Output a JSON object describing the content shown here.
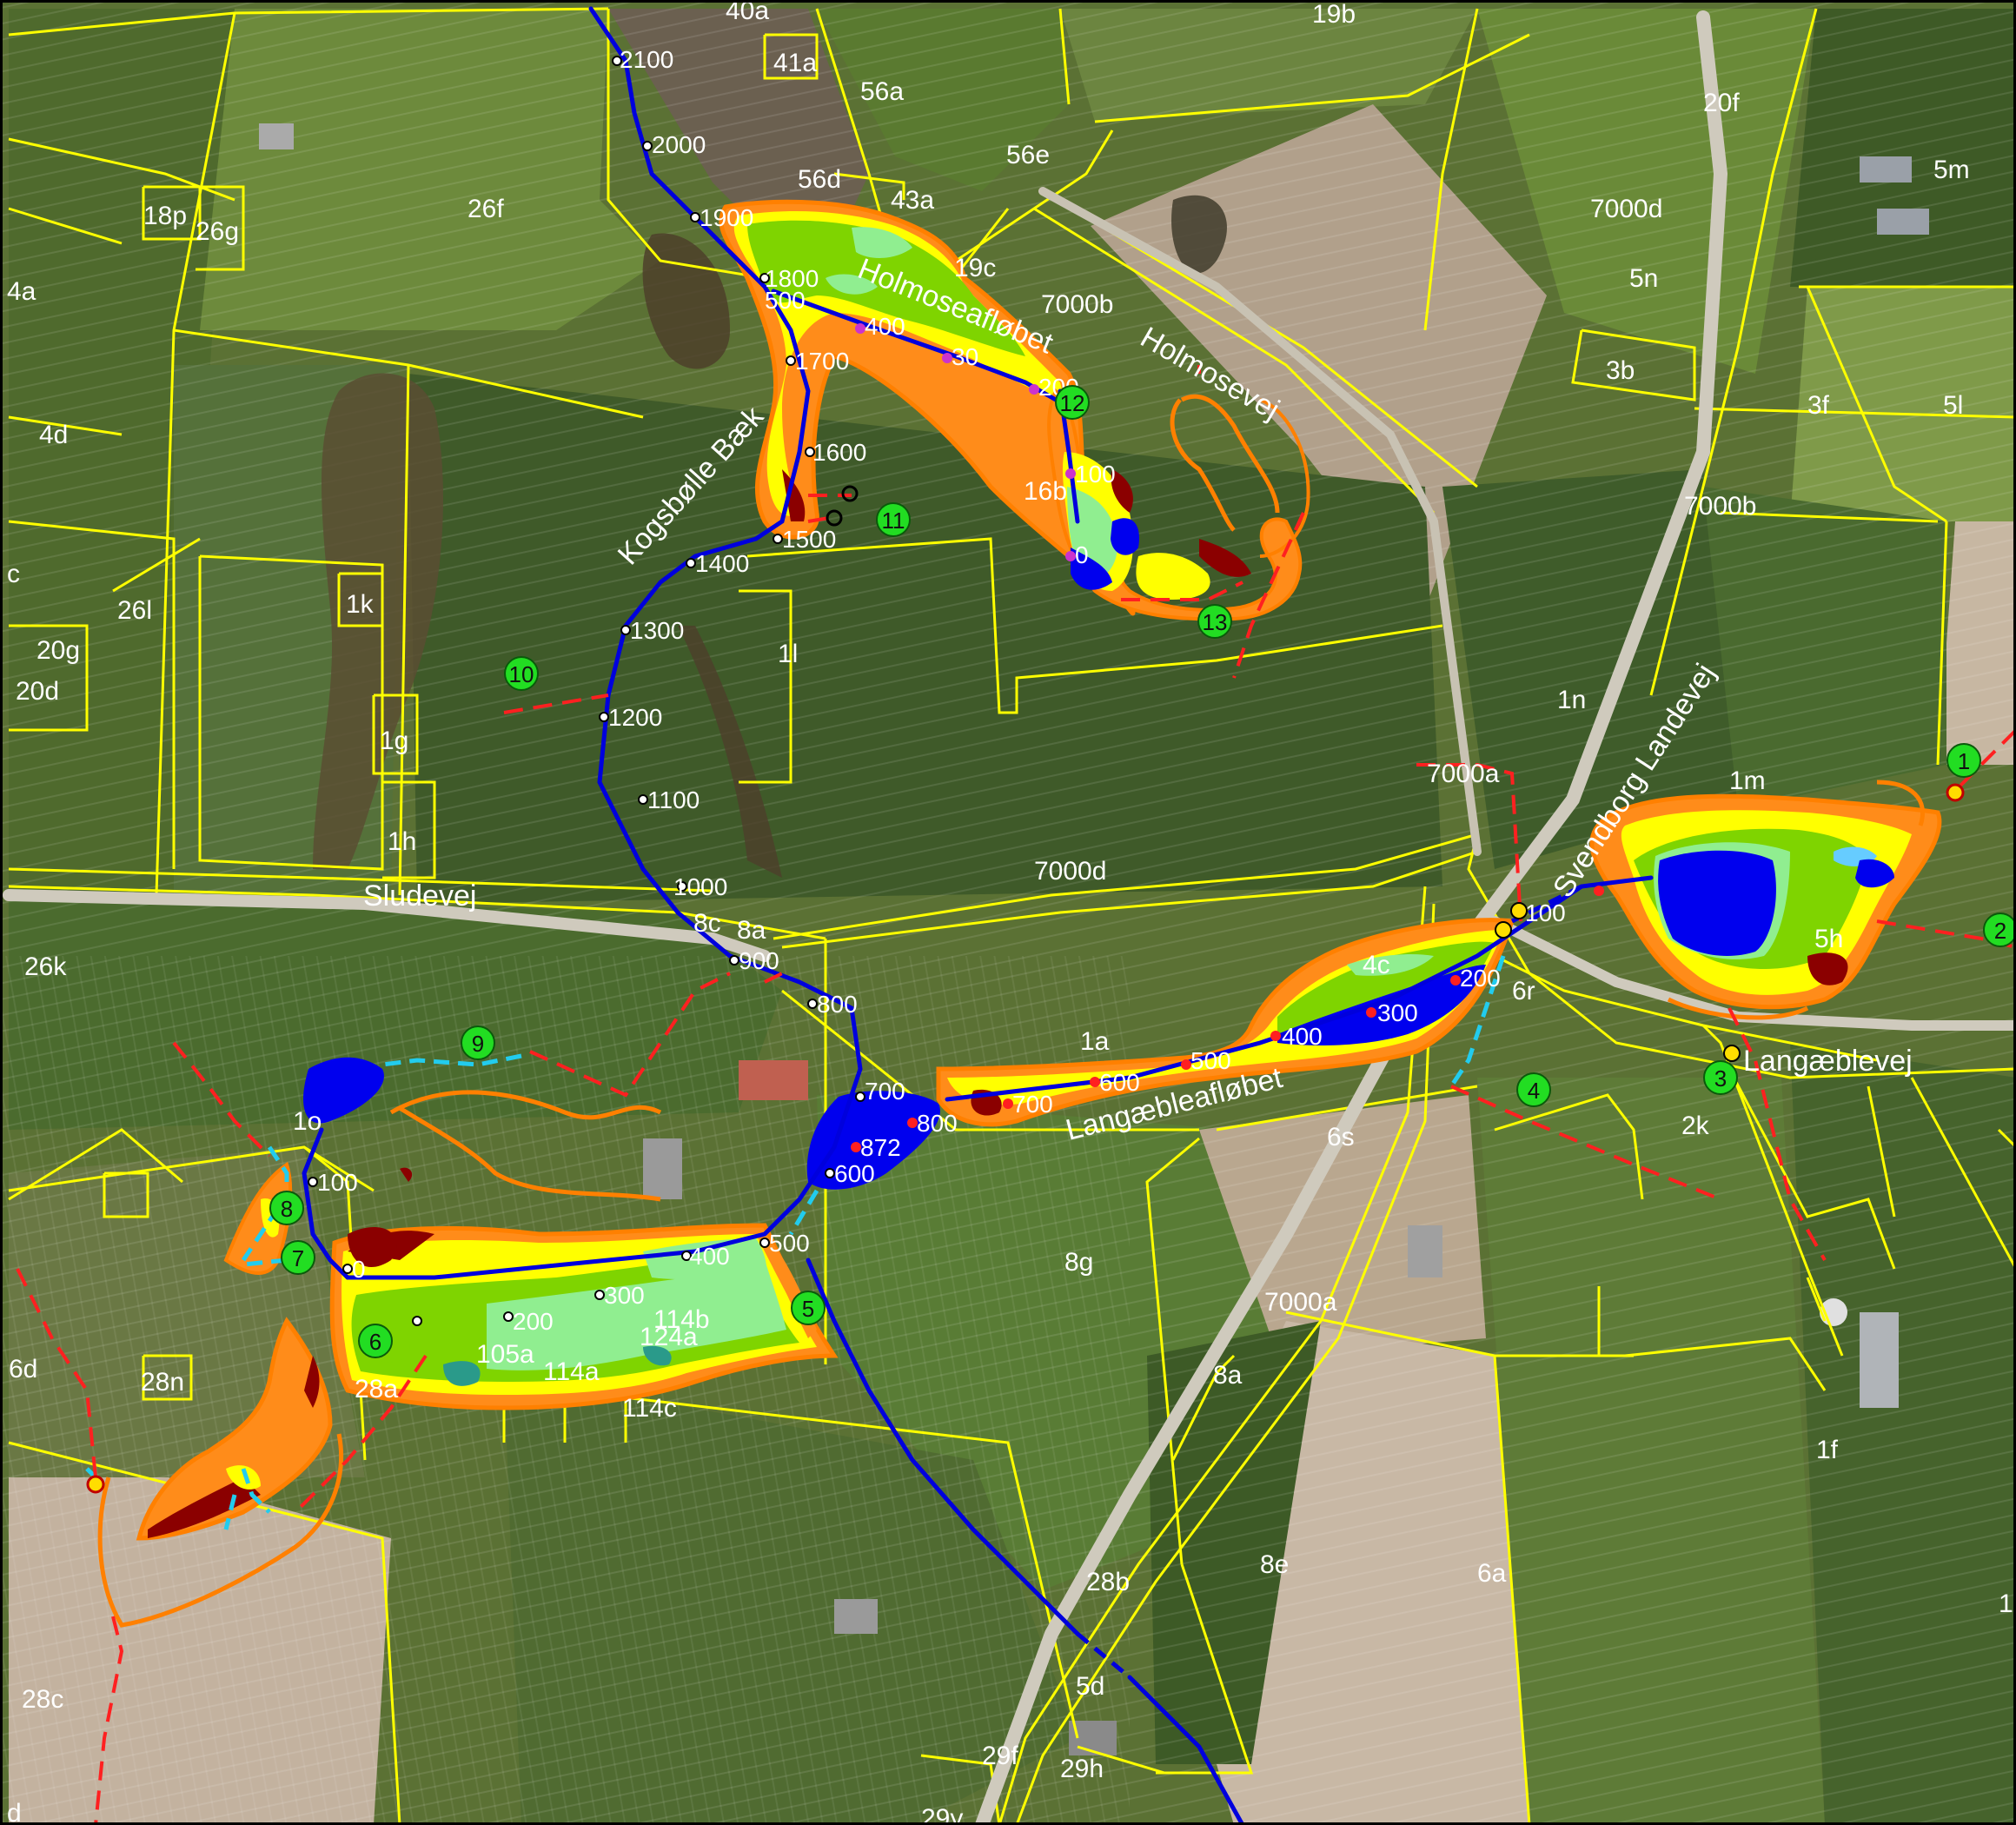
{
  "colors": {
    "parcel_line": "#ffff00",
    "stream": "#0000dd",
    "profile_line": "#ff2020",
    "pipe_dashed": "#22ccee",
    "flood_outline": "#ff8000",
    "water_deep": "#0000ee",
    "water_shallow": "#66ccff",
    "flood_light": "#90ee90",
    "flood_mid": "#7fd400",
    "flood_yellow": "#ffff00",
    "flood_orange": "#ffa040",
    "flood_darkred": "#8b0000",
    "marker_green": "#22dd22"
  },
  "parcels": [
    {
      "id": "p-40a",
      "label": "40a"
    },
    {
      "id": "p-19b",
      "label": "19b"
    },
    {
      "id": "p-41a",
      "label": "41a"
    },
    {
      "id": "p-56a",
      "label": "56a"
    },
    {
      "id": "p-20f",
      "label": "20f"
    },
    {
      "id": "p-56e",
      "label": "56e"
    },
    {
      "id": "p-5m",
      "label": "5m"
    },
    {
      "id": "p-56d",
      "label": "56d"
    },
    {
      "id": "p-43a",
      "label": "43a"
    },
    {
      "id": "p-18p",
      "label": "18p"
    },
    {
      "id": "p-26g",
      "label": "26g"
    },
    {
      "id": "p-26f",
      "label": "26f"
    },
    {
      "id": "p-7000d-top",
      "label": "7000d"
    },
    {
      "id": "p-4a",
      "label": "4a"
    },
    {
      "id": "p-19c",
      "label": "19c"
    },
    {
      "id": "p-5n",
      "label": "5n"
    },
    {
      "id": "p-7000b-top",
      "label": "7000b"
    },
    {
      "id": "p-3b",
      "label": "3b"
    },
    {
      "id": "p-3f",
      "label": "3f"
    },
    {
      "id": "p-5l",
      "label": "5l"
    },
    {
      "id": "p-4d",
      "label": "4d"
    },
    {
      "id": "p-16b",
      "label": "16b"
    },
    {
      "id": "p-7000b-right",
      "label": "7000b"
    },
    {
      "id": "p-c",
      "label": "c"
    },
    {
      "id": "p-26l",
      "label": "26l"
    },
    {
      "id": "p-1k",
      "label": "1k"
    },
    {
      "id": "p-20g",
      "label": "20g"
    },
    {
      "id": "p-20d",
      "label": "20d"
    },
    {
      "id": "p-1l",
      "label": "1l"
    },
    {
      "id": "p-1n",
      "label": "1n"
    },
    {
      "id": "p-1g",
      "label": "1g"
    },
    {
      "id": "p-7000a-top",
      "label": "7000a"
    },
    {
      "id": "p-1m",
      "label": "1m"
    },
    {
      "id": "p-1h",
      "label": "1h"
    },
    {
      "id": "p-7000d-mid",
      "label": "7000d"
    },
    {
      "id": "p-8c",
      "label": "8c"
    },
    {
      "id": "p-8a-top",
      "label": "8a"
    },
    {
      "id": "p-26k",
      "label": "26k"
    },
    {
      "id": "p-5h",
      "label": "5h"
    },
    {
      "id": "p-4c",
      "label": "4c"
    },
    {
      "id": "p-6r",
      "label": "6r"
    },
    {
      "id": "p-1a",
      "label": "1a"
    },
    {
      "id": "p-2k",
      "label": "2k"
    },
    {
      "id": "p-1o",
      "label": "1o"
    },
    {
      "id": "p-6s",
      "label": "6s"
    },
    {
      "id": "p-8g",
      "label": "8g"
    },
    {
      "id": "p-7000a-mid",
      "label": "7000a"
    },
    {
      "id": "p-114b",
      "label": "114b"
    },
    {
      "id": "p-124a",
      "label": "124a"
    },
    {
      "id": "p-105a",
      "label": "105a"
    },
    {
      "id": "p-114a",
      "label": "114a"
    },
    {
      "id": "p-6d",
      "label": "6d"
    },
    {
      "id": "p-28n",
      "label": "28n"
    },
    {
      "id": "p-28a",
      "label": "28a"
    },
    {
      "id": "p-8a-low",
      "label": "8a"
    },
    {
      "id": "p-114c",
      "label": "114c"
    },
    {
      "id": "p-1f",
      "label": "1f"
    },
    {
      "id": "p-8e",
      "label": "8e"
    },
    {
      "id": "p-6a",
      "label": "6a"
    },
    {
      "id": "p-28b",
      "label": "28b"
    },
    {
      "id": "p-1-edge",
      "label": "1"
    },
    {
      "id": "p-28c",
      "label": "28c"
    },
    {
      "id": "p-5d",
      "label": "5d"
    },
    {
      "id": "p-29f",
      "label": "29f"
    },
    {
      "id": "p-29h",
      "label": "29h"
    },
    {
      "id": "p-d",
      "label": "d"
    },
    {
      "id": "p-29y",
      "label": "29y"
    }
  ],
  "roads": [
    {
      "id": "holmosevej",
      "label": "Holmosevej"
    },
    {
      "id": "sludevej",
      "label": "Sludevej"
    },
    {
      "id": "svendborg",
      "label": "Svendborg Landevej"
    },
    {
      "id": "langaeblevej",
      "label": "Langæblevej"
    }
  ],
  "streams": [
    {
      "id": "kogsbolle",
      "label": "Kogsbølle Bæk"
    },
    {
      "id": "holmose",
      "label": "Holmoseafløbet"
    },
    {
      "id": "langaeble",
      "label": "Langæbleafløbet"
    }
  ],
  "stations": [
    {
      "id": "s2100",
      "label": "2100"
    },
    {
      "id": "s2000",
      "label": "2000"
    },
    {
      "id": "s1900",
      "label": "1900"
    },
    {
      "id": "s1800",
      "label": "1800"
    },
    {
      "id": "s1700",
      "label": "1700"
    },
    {
      "id": "s1600",
      "label": "1600"
    },
    {
      "id": "s1500",
      "label": "1500"
    },
    {
      "id": "s1400",
      "label": "1400"
    },
    {
      "id": "s1300",
      "label": "1300"
    },
    {
      "id": "s1200",
      "label": "1200"
    },
    {
      "id": "s1100",
      "label": "1100"
    },
    {
      "id": "s1000",
      "label": "1000"
    },
    {
      "id": "s900",
      "label": "900"
    },
    {
      "id": "s800k",
      "label": "800"
    },
    {
      "id": "s700k",
      "label": "700"
    },
    {
      "id": "s600k",
      "label": "600"
    },
    {
      "id": "s500k",
      "label": "500"
    },
    {
      "id": "s400k",
      "label": "400"
    },
    {
      "id": "s300k",
      "label": "300"
    },
    {
      "id": "s200k",
      "label": "200"
    },
    {
      "id": "s0k",
      "label": "0"
    },
    {
      "id": "s100k",
      "label": "100"
    },
    {
      "id": "s872",
      "label": "872"
    },
    {
      "id": "s800l",
      "label": "800"
    },
    {
      "id": "s700l",
      "label": "700"
    },
    {
      "id": "s600l",
      "label": "600"
    },
    {
      "id": "s500l",
      "label": "500"
    },
    {
      "id": "s400l",
      "label": "400"
    },
    {
      "id": "s300l",
      "label": "300"
    },
    {
      "id": "s200l",
      "label": "200"
    },
    {
      "id": "s100l",
      "label": "100"
    },
    {
      "id": "s400h",
      "label": "400"
    },
    {
      "id": "s300h",
      "label": "30"
    },
    {
      "id": "s200h",
      "label": "200"
    },
    {
      "id": "s100h",
      "label": "100"
    },
    {
      "id": "s0h",
      "label": "0"
    },
    {
      "id": "s500h",
      "label": "500"
    }
  ],
  "markers": [
    {
      "id": "m1",
      "label": "1"
    },
    {
      "id": "m2",
      "label": "2"
    },
    {
      "id": "m3",
      "label": "3"
    },
    {
      "id": "m4",
      "label": "4"
    },
    {
      "id": "m5",
      "label": "5"
    },
    {
      "id": "m6",
      "label": "6"
    },
    {
      "id": "m7",
      "label": "7"
    },
    {
      "id": "m8",
      "label": "8"
    },
    {
      "id": "m9",
      "label": "9"
    },
    {
      "id": "m10",
      "label": "10"
    },
    {
      "id": "m11",
      "label": "11"
    },
    {
      "id": "m12",
      "label": "12"
    },
    {
      "id": "m13",
      "label": "13"
    }
  ]
}
